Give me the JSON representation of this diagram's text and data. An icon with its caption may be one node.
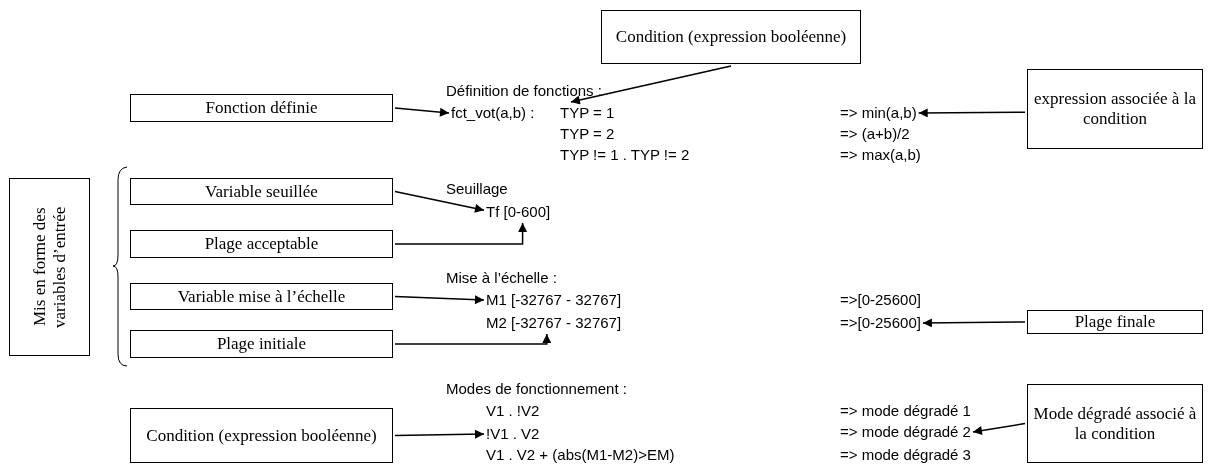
{
  "diagram": {
    "nodes": [
      {
        "text": [
          "Condition (expression booléenne)"
        ]
      },
      {
        "text": [
          "Fonction définie"
        ]
      },
      {
        "text": [
          "expression associée à la condition"
        ]
      },
      {
        "text": [
          "Mis en forme des variables d’entrée"
        ]
      },
      {
        "text": [
          "Variable seuillée"
        ]
      },
      {
        "text": [
          "Plage acceptable"
        ]
      },
      {
        "text": [
          "Variable mise à l’échelle"
        ]
      },
      {
        "text": [
          "Plage initiale"
        ]
      },
      {
        "text": [
          "Plage finale"
        ]
      },
      {
        "text": [
          "Condition (expression booléenne)"
        ]
      },
      {
        "text": [
          "Mode dégradé associé à la condition"
        ]
      },
      {
        "text": [
          "fct_vot(a,b) :"
        ]
      },
      {
        "text": [
          "TYP = 1"
        ]
      },
      {
        "text": [
          "=> min(a,b)"
        ]
      },
      {
        "text": [
          "Tf [0-600]"
        ]
      },
      {
        "text": [
          "M1 [-32767 - 32767]"
        ]
      },
      {
        "text": [
          "M2 [-32767 - 32767]"
        ]
      },
      {
        "text": [
          "=>[0-25600]"
        ]
      },
      {
        "text": [
          "!V1 . V2"
        ]
      },
      {
        "text": [
          "=> mode dégradé 2"
        ]
      }
    ],
    "edges": [
      {
        "from": 1,
        "to": 11,
        "arrow": "to"
      },
      {
        "from": 0,
        "to": 12,
        "arrow": "to"
      },
      {
        "from": 2,
        "to": 13,
        "arrow": "to"
      },
      {
        "from": 4,
        "to": 14,
        "arrow": "to"
      },
      {
        "from": 5,
        "to": 14,
        "arrow": "to"
      },
      {
        "from": 6,
        "to": 15,
        "arrow": "to"
      },
      {
        "from": 7,
        "to": 16,
        "arrow": "to"
      },
      {
        "from": 8,
        "to": 17,
        "arrow": "to"
      },
      {
        "from": 9,
        "to": 18,
        "arrow": "to"
      },
      {
        "from": 10,
        "to": 19,
        "arrow": "to"
      }
    ],
    "labels": [
      "Définition de fonctions :",
      "TYP = 2",
      "=> (a+b)/2",
      "TYP != 1 . TYP != 2",
      "=> max(a,b)",
      "Seuillage",
      "Mise à l’échelle :",
      "=>[0-25600]",
      "Modes de fonctionnement :",
      "V1 . !V2",
      "=> mode dégradé 1",
      "V1 . V2 + (abs(M1-M2)>EM)",
      "=> mode dégradé 3"
    ]
  }
}
